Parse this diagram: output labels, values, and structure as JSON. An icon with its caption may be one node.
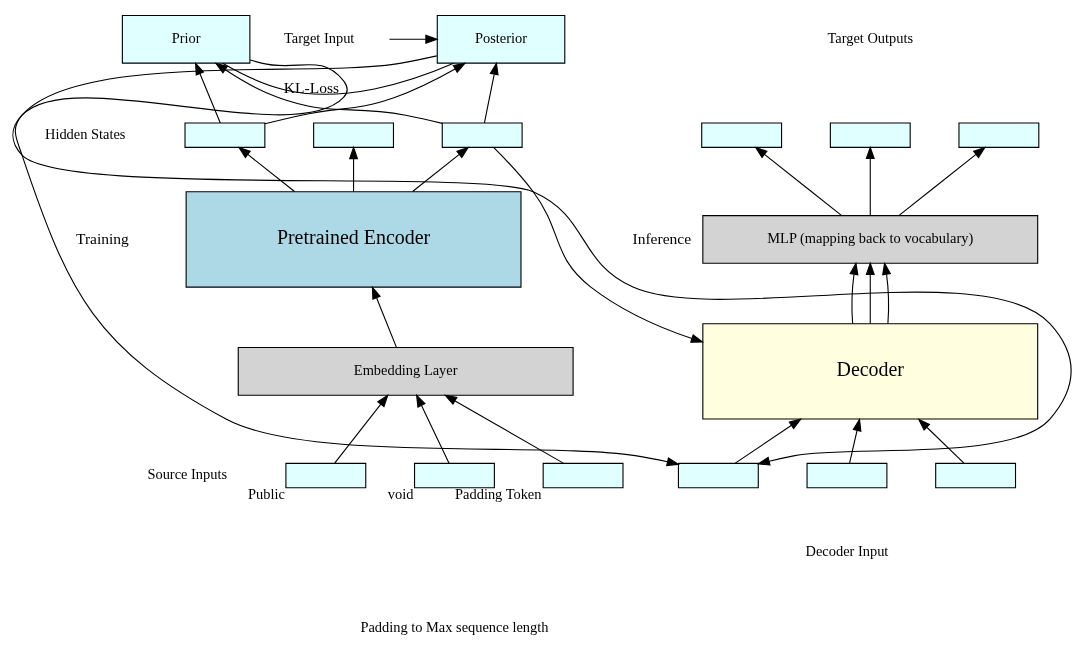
{
  "diagram": {
    "nodes": [
      {
        "text": [
          "Posterior"
        ]
      },
      {
        "text": [
          "Prior"
        ]
      },
      {
        "text": [],
        "shape": "box"
      },
      {
        "text": [],
        "shape": "box"
      },
      {
        "text": [],
        "shape": "box"
      },
      {
        "text": [
          "Pretrained Encoder"
        ]
      },
      {
        "text": [
          "Embedding Layer"
        ]
      },
      {
        "text": [],
        "shape": "box",
        "beside": [
          "Public"
        ]
      },
      {
        "text": [],
        "shape": "box",
        "beside": [
          "void"
        ]
      },
      {
        "text": [],
        "shape": "box",
        "beside": [
          "Padding Token"
        ]
      },
      {
        "text": [],
        "shape": "box"
      },
      {
        "text": [],
        "shape": "box"
      },
      {
        "text": [],
        "shape": "box"
      },
      {
        "text": [
          "MLP (mapping back to vocabulary)"
        ]
      },
      {
        "text": [
          "Decoder"
        ]
      },
      {
        "text": [],
        "shape": "box"
      },
      {
        "text": [],
        "shape": "box"
      },
      {
        "text": [],
        "shape": "box"
      }
    ],
    "edges": [
      {
        "from": null,
        "to": 0,
        "arrow": "to"
      },
      {
        "from": 0,
        "to": 1,
        "arrow": "none",
        "label": "KL-Loss"
      },
      {
        "from": 2,
        "to": 0,
        "arrow": "to"
      },
      {
        "from": 4,
        "to": 0,
        "arrow": "to"
      },
      {
        "from": 2,
        "to": 1,
        "arrow": "to"
      },
      {
        "from": 4,
        "to": 1,
        "arrow": "to"
      },
      {
        "from": 5,
        "to": 2,
        "arrow": "to"
      },
      {
        "from": 5,
        "to": 3,
        "arrow": "to"
      },
      {
        "from": 5,
        "to": 4,
        "arrow": "to"
      },
      {
        "from": 6,
        "to": 5,
        "arrow": "to"
      },
      {
        "from": 7,
        "to": 6,
        "arrow": "to"
      },
      {
        "from": 8,
        "to": 6,
        "arrow": "to"
      },
      {
        "from": 9,
        "to": 6,
        "arrow": "to"
      },
      {
        "from": 4,
        "to": 14,
        "arrow": "to"
      },
      {
        "from": 0,
        "to": 15,
        "arrow": "to",
        "label": "Training"
      },
      {
        "from": 1,
        "to": 15,
        "arrow": "to",
        "label": "Inference"
      },
      {
        "from": 15,
        "to": 14,
        "arrow": "to"
      },
      {
        "from": 16,
        "to": 14,
        "arrow": "to"
      },
      {
        "from": 17,
        "to": 14,
        "arrow": "to"
      },
      {
        "from": 14,
        "to": 13,
        "arrow": "to"
      },
      {
        "from": 14,
        "to": 13,
        "arrow": "to"
      },
      {
        "from": 14,
        "to": 13,
        "arrow": "to"
      },
      {
        "from": 13,
        "to": 10,
        "arrow": "to"
      },
      {
        "from": 13,
        "to": 11,
        "arrow": "to"
      },
      {
        "from": 13,
        "to": 12,
        "arrow": "to"
      }
    ],
    "labels": [
      "Target Input",
      "Hidden States",
      "Target Outputs",
      "Source Inputs",
      "Decoder Input",
      "Padding to Max sequence length"
    ]
  }
}
